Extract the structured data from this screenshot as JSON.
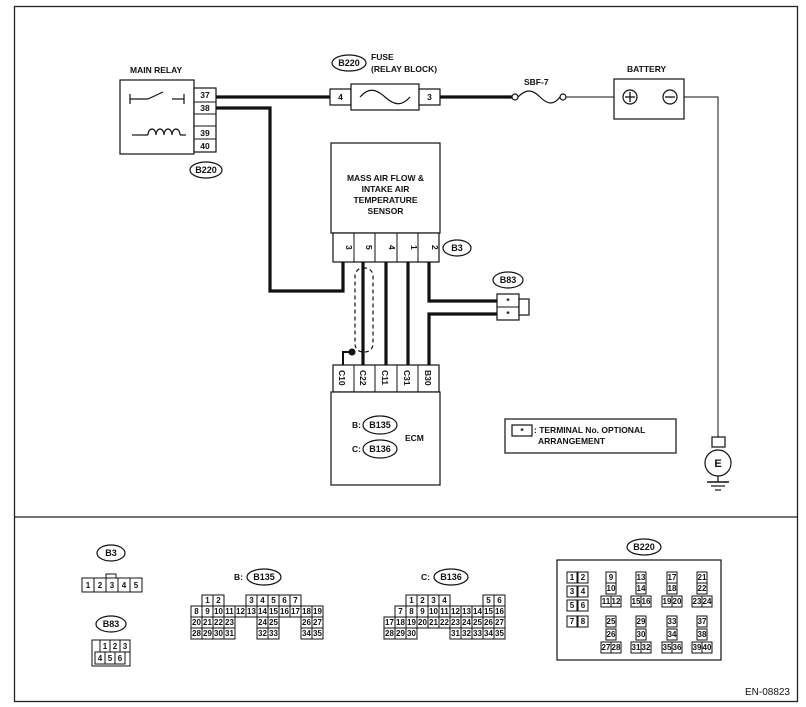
{
  "components": {
    "main_relay": {
      "label": "MAIN RELAY",
      "pins": [
        "37",
        "38",
        "39",
        "40"
      ],
      "connector": "B220"
    },
    "fuse": {
      "connector": "B220",
      "label_line1": "FUSE",
      "label_line2": "(RELAY BLOCK)",
      "pin_left": "4",
      "pin_right": "3"
    },
    "sbf": {
      "label": "SBF-7"
    },
    "battery": {
      "label": "BATTERY",
      "pos": "⊕",
      "neg": "⊖"
    },
    "maf_sensor": {
      "label_lines": [
        "MASS AIR FLOW &",
        "INTAKE AIR",
        "TEMPERATURE",
        "SENSOR"
      ],
      "pins": [
        "3",
        "5",
        "4",
        "1",
        "2"
      ],
      "connector": "B3"
    },
    "b83": {
      "connector": "B83",
      "pins": [
        "*",
        "*"
      ]
    },
    "ecm": {
      "label": "ECM",
      "pins": [
        "C10",
        "C22",
        "C11",
        "C31",
        "B30"
      ],
      "conn_b_prefix": "B:",
      "conn_b": "B135",
      "conn_c_prefix": "C:",
      "conn_c": "B136"
    },
    "ground": {
      "label": "E"
    }
  },
  "legend": {
    "symbol": "*",
    "text_line1": ": TERMINAL No. OPTIONAL",
    "text_line2": "ARRANGEMENT"
  },
  "connector_views": {
    "b3": {
      "label": "B3",
      "pins": [
        "1",
        "2",
        "3",
        "4",
        "5"
      ]
    },
    "b83": {
      "label": "B83",
      "pins": [
        "1",
        "2",
        "3",
        "4",
        "5",
        "6"
      ]
    },
    "b135": {
      "prefix": "B:",
      "label": "B135",
      "rows": [
        [
          "1",
          "2",
          "3",
          "4",
          "5",
          "6",
          "7"
        ],
        [
          "8",
          "9",
          "10",
          "11",
          "12",
          "13",
          "14",
          "15",
          "16",
          "17",
          "18",
          "19"
        ],
        [
          "20",
          "21",
          "22",
          "23",
          "24",
          "25",
          "26",
          "27"
        ],
        [
          "28",
          "29",
          "30",
          "31",
          "32",
          "33",
          "34",
          "35"
        ]
      ]
    },
    "b136": {
      "prefix": "C:",
      "label": "B136",
      "rows": [
        [
          "1",
          "2",
          "3",
          "4",
          "5",
          "6"
        ],
        [
          "7",
          "8",
          "9",
          "10",
          "11",
          "12",
          "13",
          "14",
          "15",
          "16"
        ],
        [
          "17",
          "18",
          "19",
          "20",
          "21",
          "22",
          "23",
          "24",
          "25",
          "26",
          "27"
        ],
        [
          "28",
          "29",
          "30",
          "31",
          "32",
          "33",
          "34",
          "35"
        ]
      ]
    },
    "b220": {
      "label": "B220",
      "pins": [
        "1",
        "2",
        "3",
        "4",
        "5",
        "6",
        "7",
        "8",
        "9",
        "10",
        "11",
        "12",
        "13",
        "14",
        "15",
        "16",
        "17",
        "18",
        "19",
        "20",
        "21",
        "22",
        "23",
        "24",
        "25",
        "26",
        "27",
        "28",
        "29",
        "30",
        "31",
        "32",
        "33",
        "34",
        "35",
        "36",
        "37",
        "38",
        "39",
        "40"
      ]
    }
  },
  "footer": {
    "code": "EN-08823"
  }
}
